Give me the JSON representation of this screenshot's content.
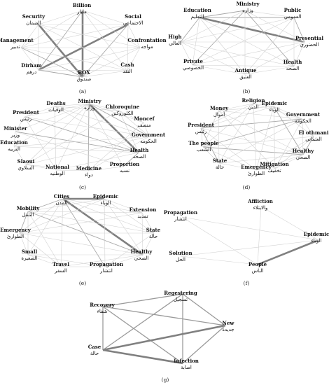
{
  "panels": [
    {
      "caption": "(a)",
      "nodes": [
        {
          "en": "Billion",
          "ar": "مليار"
        },
        {
          "en": "Security",
          "ar": "الضمان"
        },
        {
          "en": "Social",
          "ar": "الاجتماعي"
        },
        {
          "en": "Management",
          "ar": "تدبير"
        },
        {
          "en": "Confrontation",
          "ar": "مواجه"
        },
        {
          "en": "Dirham",
          "ar": "درهم"
        },
        {
          "en": "Cash",
          "ar": "النقد"
        },
        {
          "en": "BOX",
          "ar": "صندوق"
        }
      ]
    },
    {
      "caption": "(b)",
      "nodes": [
        {
          "en": "Ministry",
          "ar": "وزاره"
        },
        {
          "en": "Education",
          "ar": "التعليم"
        },
        {
          "en": "Public",
          "ar": "العمومي"
        },
        {
          "en": "High",
          "ar": "العالي"
        },
        {
          "en": "Presential",
          "ar": "الحضوري"
        },
        {
          "en": "Private",
          "ar": "الخصوصي"
        },
        {
          "en": "Antique",
          "ar": "العتيق"
        },
        {
          "en": "Health",
          "ar": "الصحه"
        }
      ]
    },
    {
      "caption": "(c)",
      "nodes": [
        {
          "en": "Ministry",
          "ar": "وزاره"
        },
        {
          "en": "Deaths",
          "ar": "الوفيات"
        },
        {
          "en": "Chloroquine",
          "ar": "الكلوروكين"
        },
        {
          "en": "President",
          "ar": "رئيس"
        },
        {
          "en": "Moncef",
          "ar": "منصف"
        },
        {
          "en": "Minister",
          "ar": "وزير"
        },
        {
          "en": "Government",
          "ar": "الحكومه"
        },
        {
          "en": "Education",
          "ar": "التربيه"
        },
        {
          "en": "Health",
          "ar": "الصحه"
        },
        {
          "en": "Slaoui",
          "ar": "السلاوي"
        },
        {
          "en": "Proportion",
          "ar": "نسبه"
        },
        {
          "en": "National",
          "ar": "الوطنيه"
        },
        {
          "en": "Medicine",
          "ar": "دواء"
        }
      ]
    },
    {
      "caption": "(d)",
      "nodes": [
        {
          "en": "Religion",
          "ar": "الدين"
        },
        {
          "en": "Epidemic",
          "ar": "الوباء"
        },
        {
          "en": "Money",
          "ar": "أموال"
        },
        {
          "en": "Government",
          "ar": "الحكومه"
        },
        {
          "en": "President",
          "ar": "رئيس"
        },
        {
          "en": "El othmani",
          "ar": "العثماني"
        },
        {
          "en": "The people",
          "ar": "الشعب"
        },
        {
          "en": "Healthy",
          "ar": "الصحي"
        },
        {
          "en": "State",
          "ar": "حالة"
        },
        {
          "en": "Emergency",
          "ar": "الطوارئ"
        },
        {
          "en": "Mitigation",
          "ar": "تخفيف"
        }
      ]
    },
    {
      "caption": "(e)",
      "nodes": [
        {
          "en": "Cities",
          "ar": "المدن"
        },
        {
          "en": "Epidemic",
          "ar": "الوباء"
        },
        {
          "en": "Mobility",
          "ar": "التنقل"
        },
        {
          "en": "Extension",
          "ar": "تمديد"
        },
        {
          "en": "Emergency",
          "ar": "الطوارئ"
        },
        {
          "en": "State",
          "ar": "حالة"
        },
        {
          "en": "Small",
          "ar": "الصغيرة"
        },
        {
          "en": "Healthy",
          "ar": "الصحي"
        },
        {
          "en": "Travel",
          "ar": "السفر"
        },
        {
          "en": "Propagation",
          "ar": "انتشار"
        }
      ]
    },
    {
      "caption": "(f)",
      "nodes": [
        {
          "en": "Affliction",
          "ar": "والابتلاء"
        },
        {
          "en": "Propagation",
          "ar": "انتشار"
        },
        {
          "en": "Epidemic",
          "ar": "الوباء"
        },
        {
          "en": "Solution",
          "ar": "الحل"
        },
        {
          "en": "People",
          "ar": "الناس"
        }
      ]
    },
    {
      "caption": "(g)",
      "nodes": [
        {
          "en": "Regestering",
          "ar": "تسجيل"
        },
        {
          "en": "Recovery",
          "ar": "شفاء"
        },
        {
          "en": "New",
          "ar": "جديدة"
        },
        {
          "en": "Case",
          "ar": "حالة"
        },
        {
          "en": "Infection",
          "ar": "اصابة"
        }
      ]
    }
  ]
}
